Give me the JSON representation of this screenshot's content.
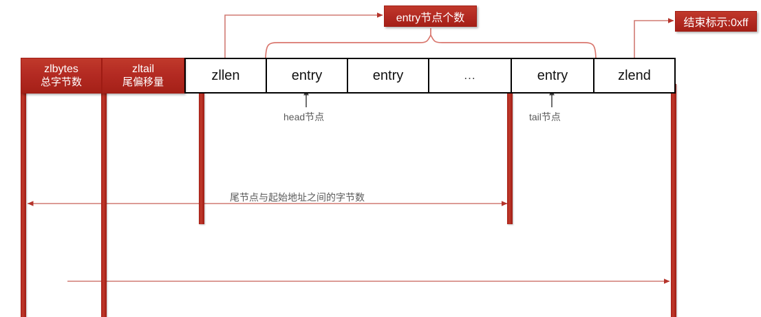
{
  "diagram": {
    "title_visible": false,
    "colors": {
      "box_red": "#b42119",
      "bar_red": "#b12119",
      "connector_red": "#d07a72",
      "arrow_red": "#c0564e",
      "cell_border": "#000000",
      "annot_text": "#595959",
      "background": "#ffffff"
    },
    "header_boxes": [
      {
        "name": "zlbytes",
        "line1": "zlbytes",
        "line2": "总字节数"
      },
      {
        "name": "zltail",
        "line1": "zltail",
        "line2": "尾偏移量"
      }
    ],
    "cells": [
      {
        "name": "zllen",
        "label": "zllen"
      },
      {
        "name": "entry-1",
        "label": "entry"
      },
      {
        "name": "entry-2",
        "label": "entry"
      },
      {
        "name": "ellipsis",
        "label": "..."
      },
      {
        "name": "entry-n",
        "label": "entry"
      },
      {
        "name": "zlend",
        "label": "zlend"
      }
    ],
    "callouts": [
      {
        "name": "entry-count-callout",
        "label": "entry节点个数"
      },
      {
        "name": "end-marker-callout",
        "label": "结束标示:0xff"
      }
    ],
    "annotations": [
      {
        "name": "head-node-label",
        "label": "head节点"
      },
      {
        "name": "tail-node-label",
        "label": "tail节点"
      },
      {
        "name": "tail-offset-label",
        "label": "尾节点与起始地址之间的字节数"
      }
    ]
  }
}
